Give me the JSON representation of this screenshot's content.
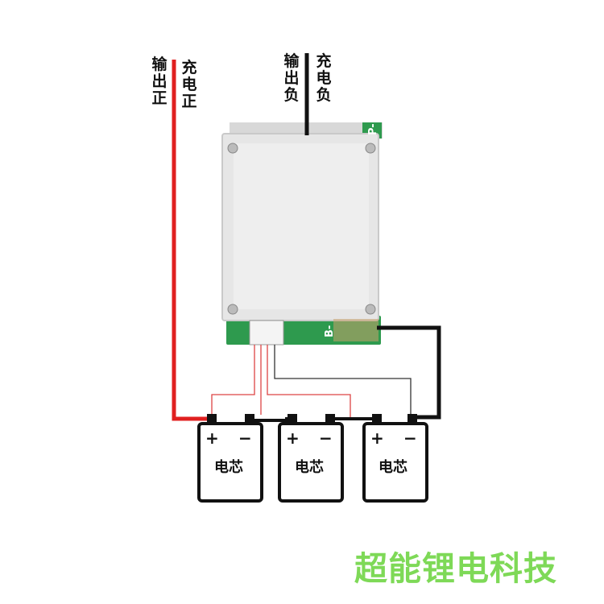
{
  "labels": {
    "output_positive": "输出正",
    "charge_positive": "充电正",
    "output_negative": "输出负",
    "charge_negative": "充电负"
  },
  "board": {
    "p_minus": "P-",
    "b_minus": "B-"
  },
  "cells": [
    {
      "name": "电芯",
      "plus": "+",
      "minus": "−"
    },
    {
      "name": "电芯",
      "plus": "+",
      "minus": "−"
    },
    {
      "name": "电芯",
      "plus": "+",
      "minus": "−"
    }
  ],
  "brand": "超能锂电科技",
  "colors": {
    "positive_wire": "#e02020",
    "negative_wire": "#111111",
    "sense_wire": "#d44",
    "brand": "#7ed957"
  }
}
